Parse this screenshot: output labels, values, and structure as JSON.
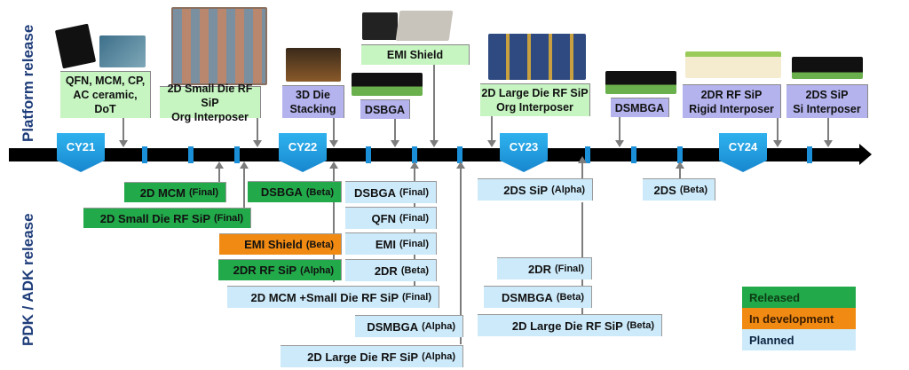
{
  "labels": {
    "platform_release": "Platform release",
    "pdk_adk_release": "PDK / ADK release"
  },
  "years": [
    "CY21",
    "CY22",
    "CY23",
    "CY24"
  ],
  "colors": {
    "released": "#22a94a",
    "in_development": "#f08a12",
    "planned": "#cdeafa",
    "platform_green": "#c6f5c1",
    "platform_purple": "#b4b3ee",
    "year_marker": "#1a8fd8",
    "timeline": "#000000"
  },
  "platform": [
    {
      "lines": [
        "QFN, MCM, CP,",
        "AC ceramic,",
        "DoT"
      ],
      "color": "green"
    },
    {
      "lines": [
        "2D Small Die RF SiP",
        "Org Interposer"
      ],
      "color": "green"
    },
    {
      "lines": [
        "3D Die",
        "Stacking"
      ],
      "color": "purple"
    },
    {
      "lines": [
        "DSBGA"
      ],
      "color": "purple"
    },
    {
      "lines": [
        "EMI Shield"
      ],
      "color": "green"
    },
    {
      "lines": [
        "2D Large Die RF SiP",
        "Org Interposer"
      ],
      "color": "green"
    },
    {
      "lines": [
        "DSMBGA"
      ],
      "color": "purple"
    },
    {
      "lines": [
        "2DR RF SiP",
        "Rigid Interposer"
      ],
      "color": "purple"
    },
    {
      "lines": [
        "2DS SiP",
        "Si Interposer"
      ],
      "color": "purple"
    }
  ],
  "pdk": [
    {
      "name": "2D MCM",
      "stage": "(Final)",
      "status": "released"
    },
    {
      "name": "2D Small Die RF SiP",
      "stage": "(Final)",
      "status": "released"
    },
    {
      "name": "DSBGA",
      "stage": "(Beta)",
      "status": "released"
    },
    {
      "name": "EMI Shield",
      "stage": "(Beta)",
      "status": "in_development"
    },
    {
      "name": "2DR RF SiP",
      "stage": "(Alpha)",
      "status": "released"
    },
    {
      "name": "DSBGA",
      "stage": "(Final)",
      "status": "planned"
    },
    {
      "name": "QFN",
      "stage": "(Final)",
      "status": "planned"
    },
    {
      "name": "EMI",
      "stage": "(Final)",
      "status": "planned"
    },
    {
      "name": "2DR",
      "stage": "(Beta)",
      "status": "planned"
    },
    {
      "name": "2D MCM +Small Die RF SiP",
      "stage": "(Final)",
      "status": "planned"
    },
    {
      "name": "DSMBGA",
      "stage": "(Alpha)",
      "status": "planned"
    },
    {
      "name": "2D Large Die RF SiP",
      "stage": "(Alpha)",
      "status": "planned"
    },
    {
      "name": "2DS SiP",
      "stage": "(Alpha)",
      "status": "planned"
    },
    {
      "name": "2DR",
      "stage": "(Final)",
      "status": "planned"
    },
    {
      "name": "DSMBGA",
      "stage": "(Beta)",
      "status": "planned"
    },
    {
      "name": "2D Large Die RF SiP",
      "stage": "(Beta)",
      "status": "planned"
    },
    {
      "name": "2DS",
      "stage": "(Beta)",
      "status": "planned"
    }
  ],
  "legend": [
    {
      "label": "Released",
      "status": "released"
    },
    {
      "label": "In development",
      "status": "in_development"
    },
    {
      "label": "Planned",
      "status": "planned"
    }
  ]
}
